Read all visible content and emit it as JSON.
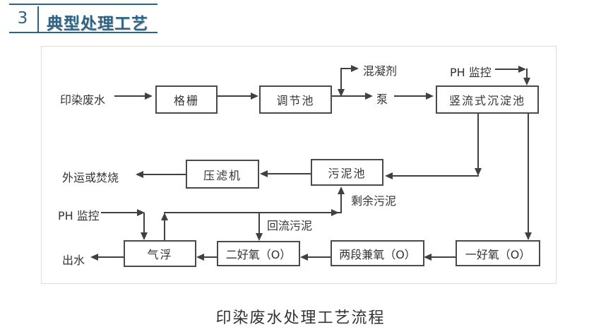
{
  "header": {
    "number": "3",
    "title": "典型处理工艺"
  },
  "caption": "印染废水处理工艺流程",
  "flow": {
    "boxes": {
      "bar_screen": "格栅",
      "regulating_tank": "调节池",
      "vertical_sedimentation_tank": "竖流式沉淀池",
      "filter_press": "压滤机",
      "sludge_tank": "污泥池",
      "air_flotation": "气浮",
      "secondary_aerobic": "二好氧（O）",
      "two_stage_facultative": "两段兼氧（O）",
      "primary_aerobic": "一好氧（O）"
    },
    "labels": {
      "influent": "印染废水",
      "coagulant": "混凝剂",
      "pump": "泵",
      "ph_monitor_top": "PH 监控",
      "offsite_disposal": "外运或焚烧",
      "excess_sludge": "剩余污泥",
      "ph_monitor_bottom": "PH 监控",
      "return_sludge": "回流污泥",
      "effluent": "出水"
    }
  },
  "colors": {
    "accent": "#2d6384",
    "line": "#404040"
  }
}
